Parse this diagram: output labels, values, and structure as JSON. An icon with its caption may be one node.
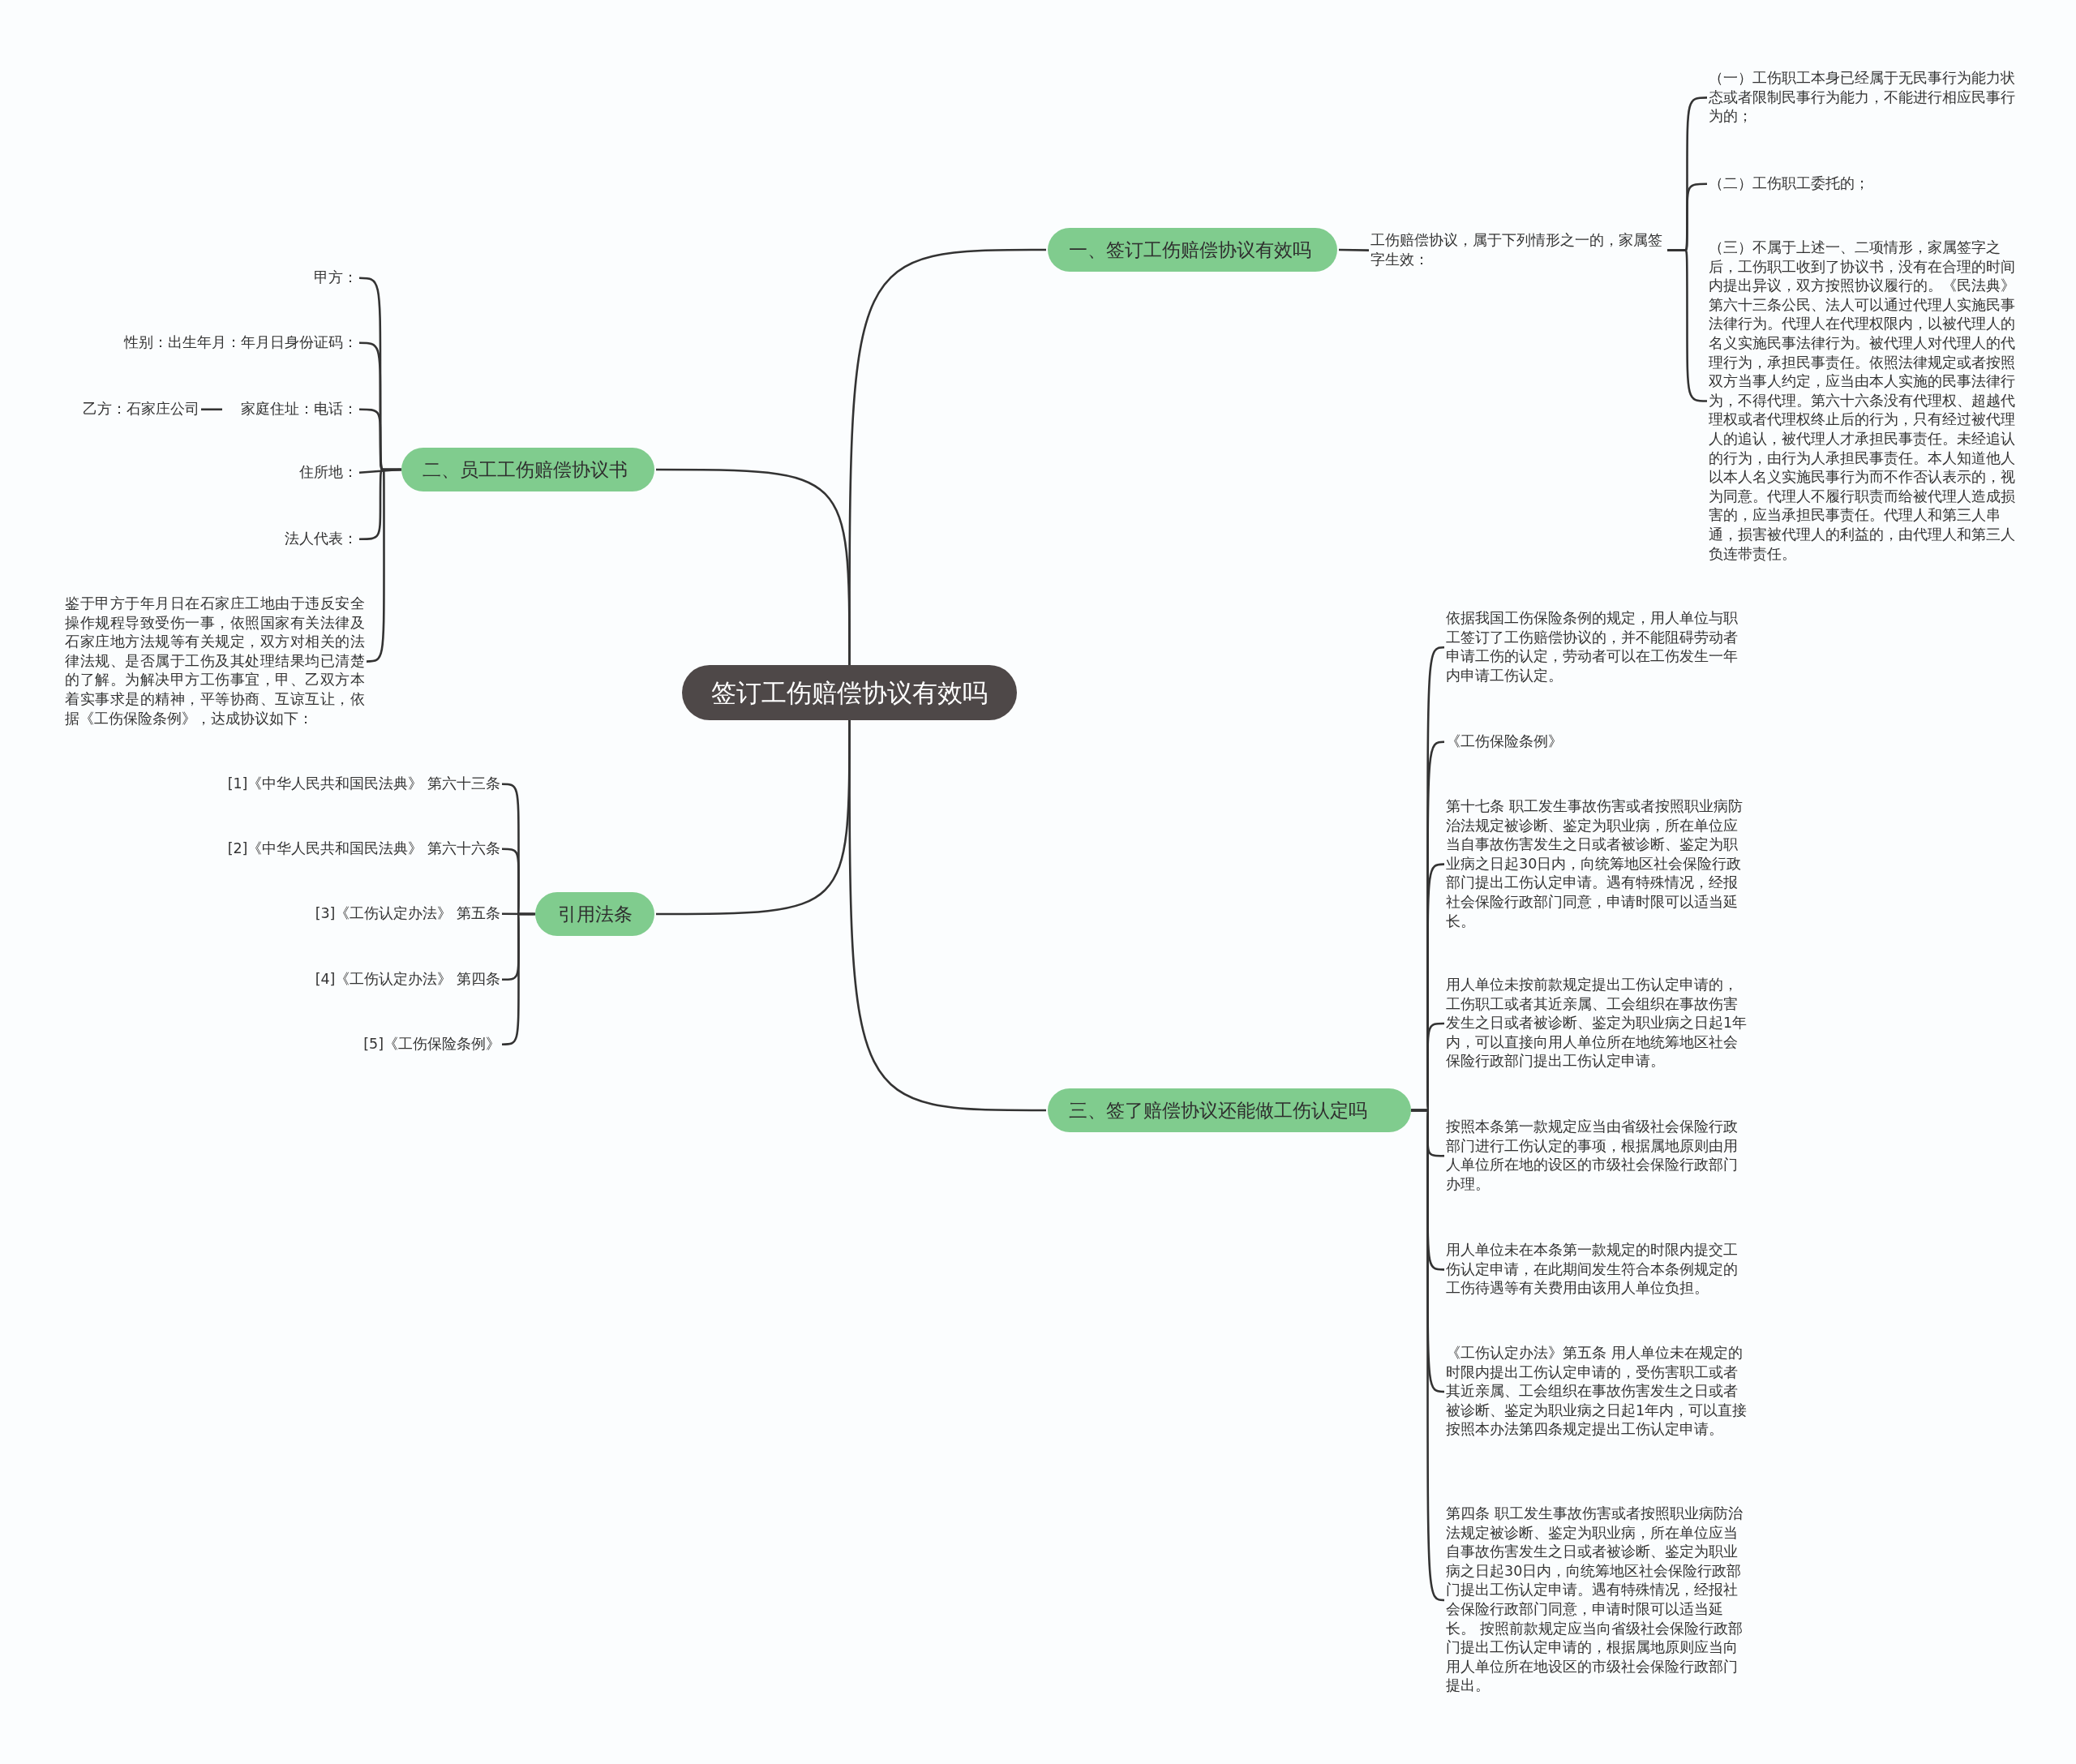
{
  "diagram": {
    "nodes": [
      {
        "text": [
          "签订工伤赔偿协议有效吗"
        ]
      },
      {
        "text": [
          "一、签订工伤赔偿协议有效吗"
        ]
      },
      {
        "text": [
          "工伤赔偿协议，属于下列情形之一的，家属签字生效："
        ]
      },
      {
        "text": [
          "（一）工伤职工本身已经属于无民事行为能力状态或者限制民事行为能力，不能进行相应民事行为的；"
        ]
      },
      {
        "text": [
          "（二）工伤职工委托的；"
        ]
      },
      {
        "text": [
          "（三）不属于上述一、二项情形，家属签字之后，工伤职工收到了协议书，没有在合理的时间内提出异议，双方按照协议履行的。《民法典》第六十三条公民、法人可以通过代理人实施民事法律行为。代理人在代理权限内，以被代理人的名义实施民事法律行为。被代理人对代理人的代理行为，承担民事责任。依照法律规定或者按照双方当事人约定，应当由本人实施的民事法律行为，不得代理。第六十六条没有代理权、超越代理权或者代理权终止后的行为，只有经过被代理人的追认，被代理人才承担民事责任。未经追认的行为，由行为人承担民事责任。本人知道他人以本人名义实施民事行为而不作否认表示的，视为同意。代理人不履行职责而给被代理人造成损害的，应当承担民事责任。代理人和第三人串通，损害被代理人的利益的，由代理人和第三人负连带责任。"
        ]
      },
      {
        "text": [
          "二、员工工伤赔偿协议书"
        ]
      },
      {
        "text": [
          "甲方："
        ]
      },
      {
        "text": [
          "性别：出生年月：年月日身份证码："
        ]
      },
      {
        "text": [
          "家庭住址：电话："
        ]
      },
      {
        "text": [
          "乙方：石家庄公司"
        ]
      },
      {
        "text": [
          "住所地："
        ]
      },
      {
        "text": [
          "法人代表："
        ]
      },
      {
        "text": [
          "鉴于甲方于年月日在石家庄工地由于违反安全操作规程导致受伤一事，依照国家有关法律及石家庄地方法规等有关规定，双方对相关的法律法规、是否属于工伤及其处理结果均已清楚的了解。为解决甲方工伤事宜，甲、乙双方本着实事求是的精神，平等协商、互谅互让，依据《工伤保险条例》，达成协议如下："
        ]
      },
      {
        "text": [
          "引用法条"
        ]
      },
      {
        "text": [
          "[1]《中华人民共和国民法典》 第六十三条"
        ]
      },
      {
        "text": [
          "[2]《中华人民共和国民法典》 第六十六条"
        ]
      },
      {
        "text": [
          "[3]《工伤认定办法》 第五条"
        ]
      },
      {
        "text": [
          "[4]《工伤认定办法》 第四条"
        ]
      },
      {
        "text": [
          "[5]《工伤保险条例》"
        ]
      },
      {
        "text": [
          "三、签了赔偿协议还能做工伤认定吗"
        ]
      },
      {
        "text": [
          "依据我国工伤保险条例的规定，用人单位与职工签订了工伤赔偿协议的，并不能阻碍劳动者申请工伤的认定，劳动者可以在工伤发生一年内申请工伤认定。"
        ]
      },
      {
        "text": [
          "《工伤保险条例》"
        ]
      },
      {
        "text": [
          "第十七条 职工发生事故伤害或者按照职业病防治法规定被诊断、鉴定为职业病，所在单位应当自事故伤害发生之日或者被诊断、鉴定为职业病之日起30日内，向统筹地区社会保险行政部门提出工伤认定申请。遇有特殊情况，经报社会保险行政部门同意，申请时限可以适当延长。"
        ]
      },
      {
        "text": [
          "用人单位未按前款规定提出工伤认定申请的，工伤职工或者其近亲属、工会组织在事故伤害发生之日或者被诊断、鉴定为职业病之日起1年内，可以直接向用人单位所在地统筹地区社会保险行政部门提出工伤认定申请。"
        ]
      },
      {
        "text": [
          "按照本条第一款规定应当由省级社会保险行政部门进行工伤认定的事项，根据属地原则由用人单位所在地的设区的市级社会保险行政部门办理。"
        ]
      },
      {
        "text": [
          "用人单位未在本条第一款规定的时限内提交工伤认定申请，在此期间发生符合本条例规定的工伤待遇等有关费用由该用人单位负担。"
        ]
      },
      {
        "text": [
          "《工伤认定办法》第五条 用人单位未在规定的时限内提出工伤认定申请的，受伤害职工或者其近亲属、工会组织在事故伤害发生之日或者被诊断、鉴定为职业病之日起1年内，可以直接按照本办法第四条规定提出工伤认定申请。"
        ]
      },
      {
        "text": [
          "第四条 职工发生事故伤害或者按照职业病防治法规定被诊断、鉴定为职业病，所在单位应当自事故伤害发生之日或者被诊断、鉴定为职业病之日起30日内，向统筹地区社会保险行政部门提出工伤认定申请。遇有特殊情况，经报社会保险行政部门同意，申请时限可以适当延长。 按照前款规定应当向省级社会保险行政部门提出工伤认定申请的，根据属地原则应当向用人单位所在地设区的市级社会保险行政部门提出。"
        ]
      }
    ],
    "edges": [
      {
        "from": 0,
        "to": 1,
        "arrow": "none"
      },
      {
        "from": 1,
        "to": 2,
        "arrow": "none"
      },
      {
        "from": 2,
        "to": 3,
        "arrow": "none"
      },
      {
        "from": 2,
        "to": 4,
        "arrow": "none"
      },
      {
        "from": 2,
        "to": 5,
        "arrow": "none"
      },
      {
        "from": 0,
        "to": 6,
        "arrow": "none"
      },
      {
        "from": 6,
        "to": 7,
        "arrow": "none"
      },
      {
        "from": 6,
        "to": 8,
        "arrow": "none"
      },
      {
        "from": 6,
        "to": 9,
        "arrow": "none"
      },
      {
        "from": 9,
        "to": 10,
        "arrow": "none"
      },
      {
        "from": 6,
        "to": 11,
        "arrow": "none"
      },
      {
        "from": 6,
        "to": 12,
        "arrow": "none"
      },
      {
        "from": 6,
        "to": 13,
        "arrow": "none"
      },
      {
        "from": 0,
        "to": 14,
        "arrow": "none"
      },
      {
        "from": 14,
        "to": 15,
        "arrow": "none"
      },
      {
        "from": 14,
        "to": 16,
        "arrow": "none"
      },
      {
        "from": 14,
        "to": 17,
        "arrow": "none"
      },
      {
        "from": 14,
        "to": 18,
        "arrow": "none"
      },
      {
        "from": 14,
        "to": 19,
        "arrow": "none"
      },
      {
        "from": 0,
        "to": 20,
        "arrow": "none"
      },
      {
        "from": 20,
        "to": 21,
        "arrow": "none"
      },
      {
        "from": 20,
        "to": 22,
        "arrow": "none"
      },
      {
        "from": 20,
        "to": 23,
        "arrow": "none"
      },
      {
        "from": 20,
        "to": 24,
        "arrow": "none"
      },
      {
        "from": 20,
        "to": 25,
        "arrow": "none"
      },
      {
        "from": 20,
        "to": 26,
        "arrow": "none"
      },
      {
        "from": 20,
        "to": 27,
        "arrow": "none"
      },
      {
        "from": 20,
        "to": 28,
        "arrow": "none"
      }
    ]
  }
}
